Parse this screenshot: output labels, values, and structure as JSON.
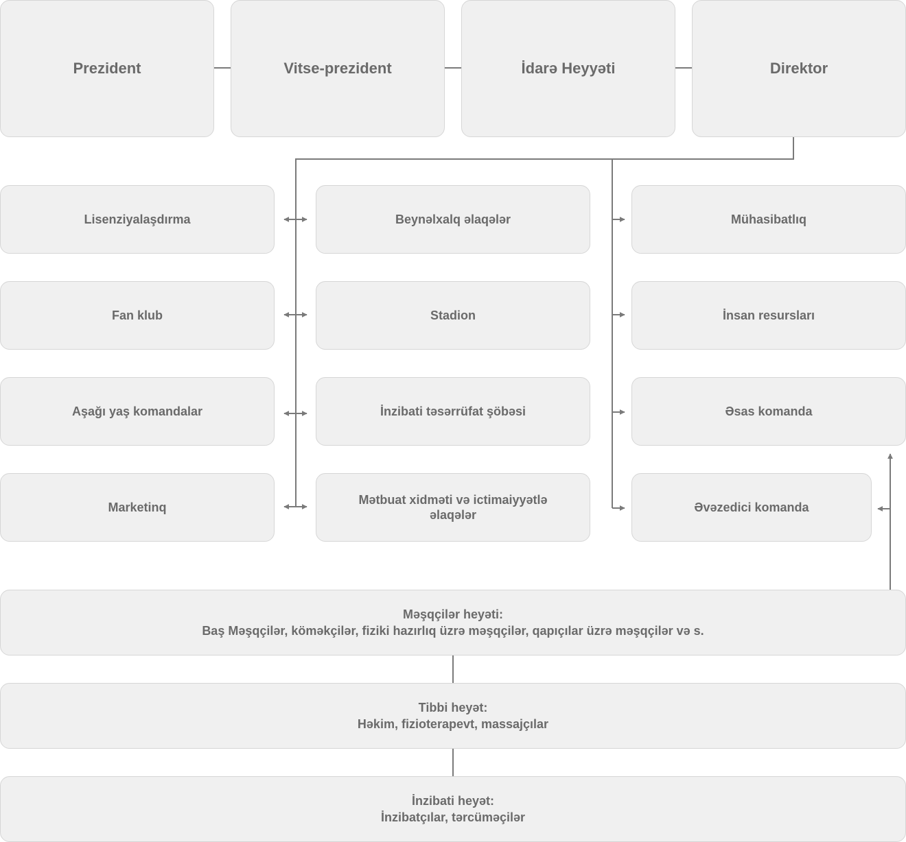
{
  "top_row": [
    "Prezident",
    "Vitse-prezident",
    "İdarə Heyyəti",
    "Direktor"
  ],
  "left_column": [
    "Lisenziyalaşdırma",
    "Fan klub",
    "Aşağı yaş komandalar",
    "Marketinq"
  ],
  "middle_column": [
    "Beynəlxalq əlaqələr",
    "Stadion",
    "İnzibati təsərrüfat şöbəsi",
    "Mətbuat xidməti və ictimaiyyətlə əlaqələr"
  ],
  "right_column": [
    "Mühasibatlıq",
    "İnsan resursları",
    "Əsas komanda",
    "Əvəzedici komanda"
  ],
  "coaching_staff": {
    "title": "Məşqçilər heyəti:",
    "members": "Baş Məşqçilər, köməkçilər, fiziki hazırlıq üzrə məşqçilər, qapıçılar üzrə məşqçilər və s."
  },
  "medical_staff": {
    "title": "Tibbi heyət:",
    "members": "Həkim, fizioterapevt, massajçılar"
  },
  "admin_staff": {
    "title": "İnzibati heyət:",
    "members": "İnzibatçılar, tərcüməçilər"
  },
  "colors": {
    "box_fill": "#f0f0f0",
    "box_border": "#d6d6d6",
    "line": "#7a7a7a",
    "text": "#6a6a6a"
  }
}
